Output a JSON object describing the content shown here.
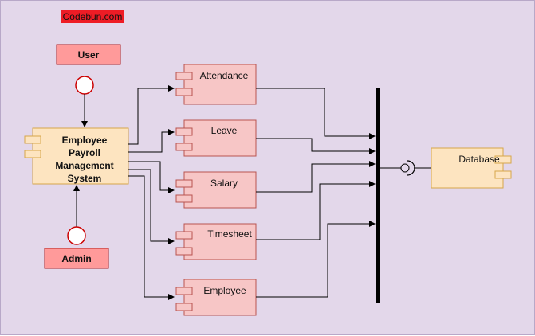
{
  "brand": "Codebun.com",
  "actors": {
    "user": "User",
    "admin": "Admin"
  },
  "system": {
    "line1": "Employee",
    "line2": "Payroll",
    "line3": "Management",
    "line4": "System"
  },
  "components": {
    "attendance": "Attendance",
    "leave": "Leave",
    "salary": "Salary",
    "timesheet": "Timesheet",
    "employee": "Employee"
  },
  "database": "Database",
  "colors": {
    "background": "#e3d7ea",
    "brand_bg": "#ee1c25",
    "actor_fill": "#ff9a9a",
    "actor_stroke": "#b22222",
    "system_fill": "#fde4c0",
    "system_stroke": "#d6a64a",
    "component_fill": "#f7c6c6",
    "component_stroke": "#b85450",
    "bus": "#000000"
  }
}
